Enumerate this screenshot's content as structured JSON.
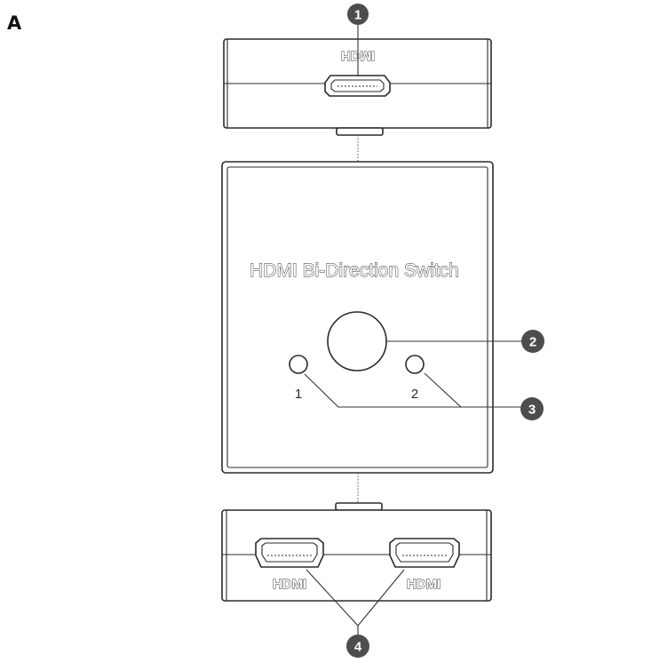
{
  "figure": {
    "panel_label": "A"
  },
  "device": {
    "top_port_label": "HDMI",
    "front_label": "HDMI Bi-Direction Switch",
    "led_labels": [
      "1",
      "2"
    ],
    "bottom_port_labels": [
      "HDMI",
      "HDMI"
    ]
  },
  "callouts": [
    {
      "number": "1",
      "target": "HDMI output port (top)"
    },
    {
      "number": "2",
      "target": "Switch button"
    },
    {
      "number": "3",
      "target": "LED indicators 1 and 2"
    },
    {
      "number": "4",
      "target": "HDMI input ports (bottom)"
    }
  ]
}
